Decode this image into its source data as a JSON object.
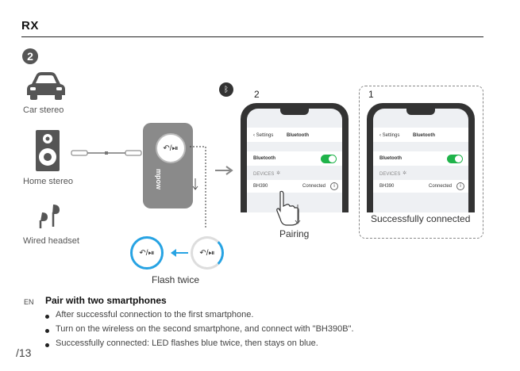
{
  "header": {
    "title": "RX",
    "step_number": "2"
  },
  "sources": {
    "car": "Car stereo",
    "home": "Home stereo",
    "wired": "Wired headset"
  },
  "device": {
    "brand": "mpow",
    "button_glyph": "↶/⏯"
  },
  "phones": [
    {
      "index_label": "2",
      "back_label": "Settings",
      "nav_title": "Bluetooth",
      "bluetooth_row": "Bluetooth",
      "devices_header": "DEVICES",
      "device_name": "BH390",
      "device_status": "Connected",
      "toggle_on": true
    },
    {
      "index_label": "1",
      "back_label": "Settings",
      "nav_title": "Bluetooth",
      "bluetooth_row": "Bluetooth",
      "devices_header": "DEVICES",
      "device_name": "BH390",
      "device_status": "Connected",
      "toggle_on": true
    }
  ],
  "captions": {
    "pairing": "Pairing",
    "flash_twice": "Flash twice",
    "success": "Successfully connected"
  },
  "instructions": {
    "lang": "EN",
    "heading": "Pair with two smartphones",
    "bullets": [
      "After successful connection to the first smartphone.",
      "Turn on the wireless on the second smartphone, and connect with \"BH390B\".",
      "Successfully connected: LED flashes blue twice, then stays on blue."
    ]
  },
  "footer": {
    "page_number": "/13"
  },
  "colors": {
    "accent_blue": "#27a3e3",
    "toggle_green": "#1fb34a"
  }
}
